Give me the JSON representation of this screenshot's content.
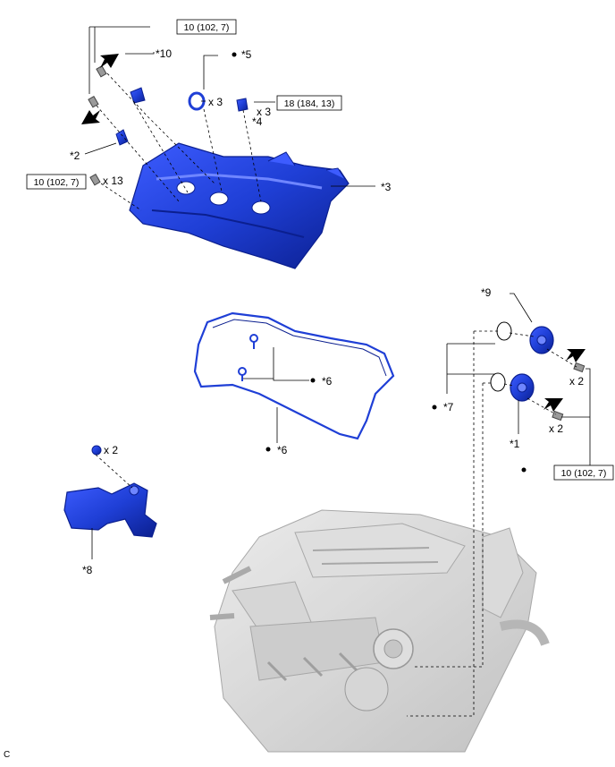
{
  "diagram": {
    "torque_boxes": [
      {
        "id": "top-center",
        "text": "10 (102, 7)"
      },
      {
        "id": "top-right",
        "text": "18 (184, 13)"
      },
      {
        "id": "left",
        "text": "10 (102, 7)"
      },
      {
        "id": "bottom-right",
        "text": "10 (102, 7)"
      }
    ],
    "part_labels": [
      {
        "id": "p1",
        "text": "*1"
      },
      {
        "id": "p2",
        "text": "*2"
      },
      {
        "id": "p3",
        "text": "*3"
      },
      {
        "id": "p4",
        "text": "*4"
      },
      {
        "id": "p5",
        "text": "*5"
      },
      {
        "id": "p6a",
        "text": "*6"
      },
      {
        "id": "p6b",
        "text": "*6"
      },
      {
        "id": "p7",
        "text": "*7"
      },
      {
        "id": "p8",
        "text": "*8"
      },
      {
        "id": "p9",
        "text": "*9"
      },
      {
        "id": "p10",
        "text": "*10"
      }
    ],
    "quantity_labels": [
      {
        "id": "q-seal",
        "text": "x 3"
      },
      {
        "id": "q-bolt18",
        "text": "x 3"
      },
      {
        "id": "q-bolt13",
        "text": "x 13"
      },
      {
        "id": "q-upper",
        "text": "x 2"
      },
      {
        "id": "q-lower",
        "text": "x 2"
      },
      {
        "id": "q-bracket",
        "text": "x 2"
      }
    ],
    "corner_code": "C",
    "colors": {
      "part_blue": "#1f3fd6",
      "part_dark": "#0b1f8f",
      "part_light": "#6f86ff",
      "engine_gray": "#c9c9c9",
      "line": "#000000"
    }
  }
}
